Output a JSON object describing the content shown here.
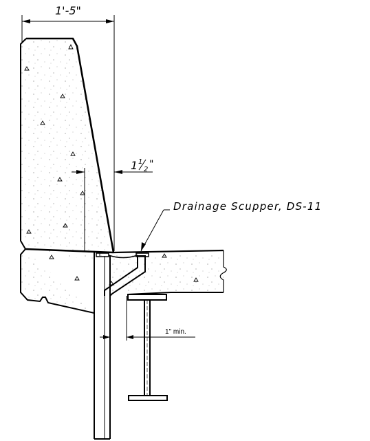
{
  "dimensions": {
    "overall_width": "1'-5\"",
    "batter_whole": "1",
    "batter_num": "1",
    "batter_den": "2",
    "batter_unit": "\"",
    "gap": "1\" min."
  },
  "callouts": {
    "scupper": "Drainage Scupper, DS-11"
  }
}
